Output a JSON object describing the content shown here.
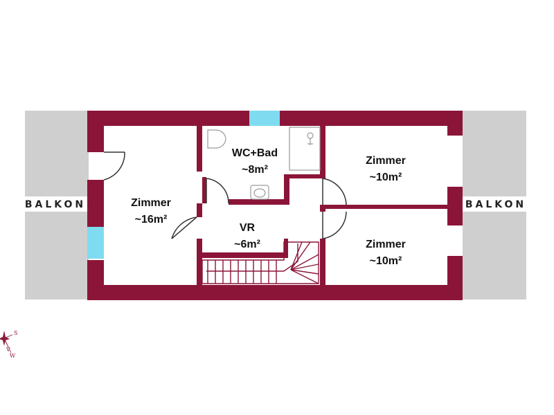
{
  "plan": {
    "colors": {
      "wall": "#8b1538",
      "balcony": "#cfcfcf",
      "window": "#7fdcf0",
      "stair_line": "#8b1538",
      "fixture_line": "#999999",
      "compass": "#8b1e3a"
    },
    "balconies": [
      {
        "label": "BALKON",
        "side": "left"
      },
      {
        "label": "BALKON",
        "side": "right"
      }
    ],
    "rooms": [
      {
        "name": "Zimmer",
        "area": "~16m²"
      },
      {
        "name": "WC+Bad",
        "area": "~8m²"
      },
      {
        "name": "Zimmer",
        "area": "~10m²"
      },
      {
        "name": "VR",
        "area": "~6m²"
      },
      {
        "name": "Zimmer",
        "area": "~10m²"
      }
    ],
    "compass": {
      "letters": [
        "S",
        "V",
        "W"
      ]
    }
  }
}
